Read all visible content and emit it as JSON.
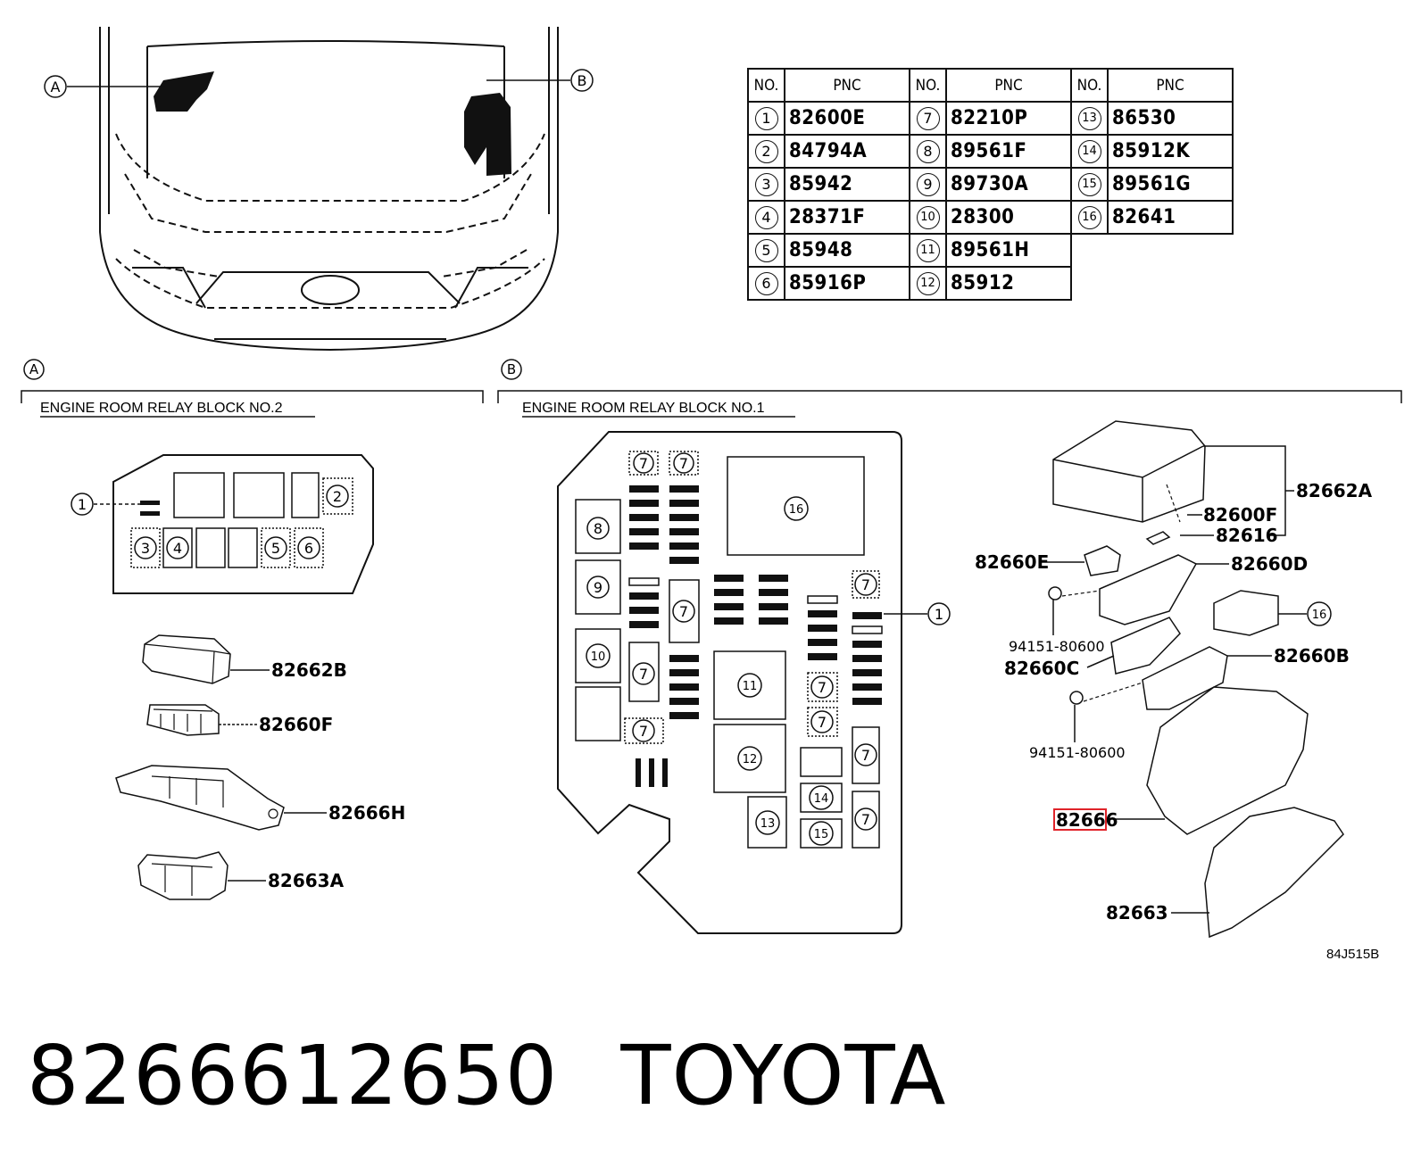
{
  "table": {
    "header": [
      "NO.",
      "PNC",
      "NO.",
      "PNC",
      "NO.",
      "PNC"
    ],
    "rows": [
      [
        {
          "no": "1",
          "pnc": "82600E"
        },
        {
          "no": "7",
          "pnc": "82210P"
        },
        {
          "no": "13",
          "pnc": "86530"
        }
      ],
      [
        {
          "no": "2",
          "pnc": "84794A"
        },
        {
          "no": "8",
          "pnc": "89561F"
        },
        {
          "no": "14",
          "pnc": "85912K"
        }
      ],
      [
        {
          "no": "3",
          "pnc": "85942"
        },
        {
          "no": "9",
          "pnc": "89730A"
        },
        {
          "no": "15",
          "pnc": "89561G"
        }
      ],
      [
        {
          "no": "4",
          "pnc": "28371F"
        },
        {
          "no": "10",
          "pnc": "28300"
        },
        {
          "no": "16",
          "pnc": "82641"
        }
      ],
      [
        {
          "no": "5",
          "pnc": "85948"
        },
        {
          "no": "11",
          "pnc": "89561H"
        }
      ],
      [
        {
          "no": "6",
          "pnc": "85916P"
        },
        {
          "no": "12",
          "pnc": "85912"
        }
      ]
    ]
  },
  "overview": {
    "marker_a": "A",
    "marker_b": "B"
  },
  "section_a": {
    "marker": "A",
    "title": "ENGINE ROOM RELAY BLOCK NO.2",
    "block_refs": [
      "1",
      "2",
      "3",
      "4",
      "5",
      "6"
    ],
    "parts": [
      "82662B",
      "82660F",
      "82666H",
      "82663A"
    ]
  },
  "section_b": {
    "marker": "B",
    "title": "ENGINE ROOM RELAY BLOCK NO.1",
    "block_refs": [
      "7",
      "7",
      "8",
      "9",
      "7",
      "10",
      "7",
      "7",
      "16",
      "11",
      "12",
      "13",
      "7",
      "7",
      "7",
      "7",
      "14",
      "15",
      "7",
      "1"
    ],
    "parts": [
      "82662A",
      "82600F",
      "82616",
      "82660E",
      "82660D",
      "16",
      "94151-80600",
      "82660B",
      "82660C",
      "94151-80600",
      "82666",
      "82663"
    ]
  },
  "highlight_color": "#e0242a",
  "figure_code": "84J515B",
  "product": {
    "part_number": "8266612650",
    "brand": "TOYOTA"
  }
}
